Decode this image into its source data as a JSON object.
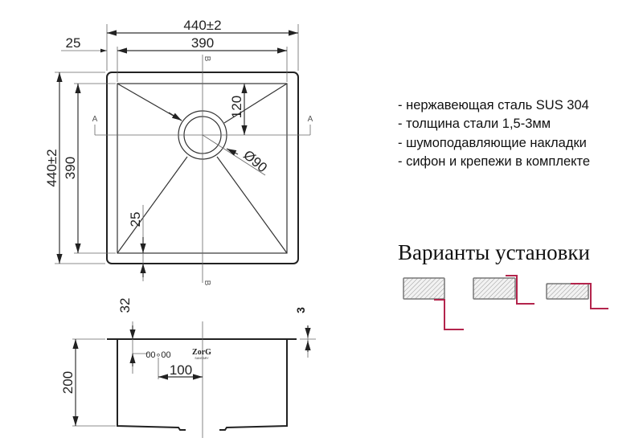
{
  "top_view": {
    "dim_outer_width": "440±2",
    "dim_inner_width": "390",
    "dim_rim_offset": "25",
    "dim_outer_height": "440±2",
    "dim_inner_height": "390",
    "dim_drain_offset": "120",
    "dim_drain_diameter": "Ø90",
    "dim_corner_radius": "25",
    "section_a": "A",
    "section_b": "B"
  },
  "side_view": {
    "dim_overflow_height": "32",
    "dim_rim_thickness": "3",
    "dim_depth": "200",
    "dim_overflow_offset": "100",
    "overflow_label": "00∘00",
    "brand_logo": "ZorG",
    "brand_sub": "SANITARY"
  },
  "features": [
    "- нержавеющая сталь SUS 304",
    "- толщина стали 1,5-3мм",
    "- шумоподавляющие накладки",
    "- сифон и крепежи в комплекте"
  ],
  "installation": {
    "title": "Варианты установки",
    "accent_color": "#b3244c"
  }
}
